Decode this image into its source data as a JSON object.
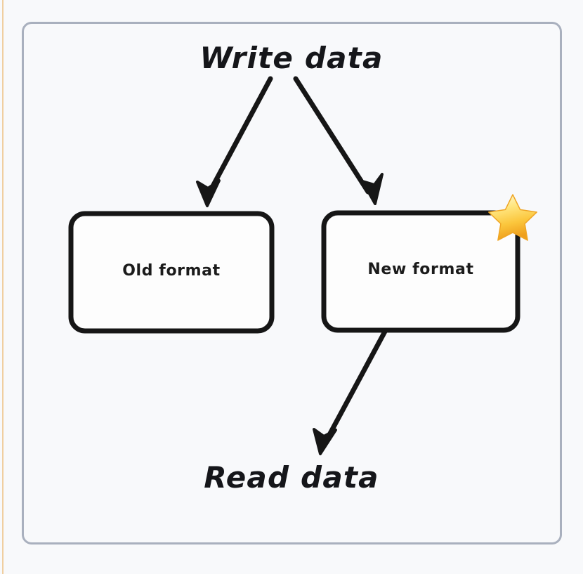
{
  "diagram": {
    "type": "flowchart",
    "title_top": "Write data",
    "title_bottom": "Read data",
    "nodes": [
      {
        "id": "old-format",
        "label": "Old format",
        "starred": false
      },
      {
        "id": "new-format",
        "label": "New format",
        "starred": true
      }
    ],
    "edges": [
      {
        "from": "Write data",
        "to": "Old format"
      },
      {
        "from": "Write data",
        "to": "New format"
      },
      {
        "from": "New format",
        "to": "Read data"
      }
    ],
    "badge": {
      "icon": "star-icon",
      "attached_to": "New format"
    }
  },
  "colors": {
    "background": "#f8f9fb",
    "frame_border": "#a9b0be",
    "accent_strip": "#f0cfa0",
    "ink": "#1b1b1b",
    "box_fill": "#fdfdfd",
    "star_light": "#fff3b0",
    "star_mid": "#fcd34d",
    "star_deep": "#f0a821"
  }
}
